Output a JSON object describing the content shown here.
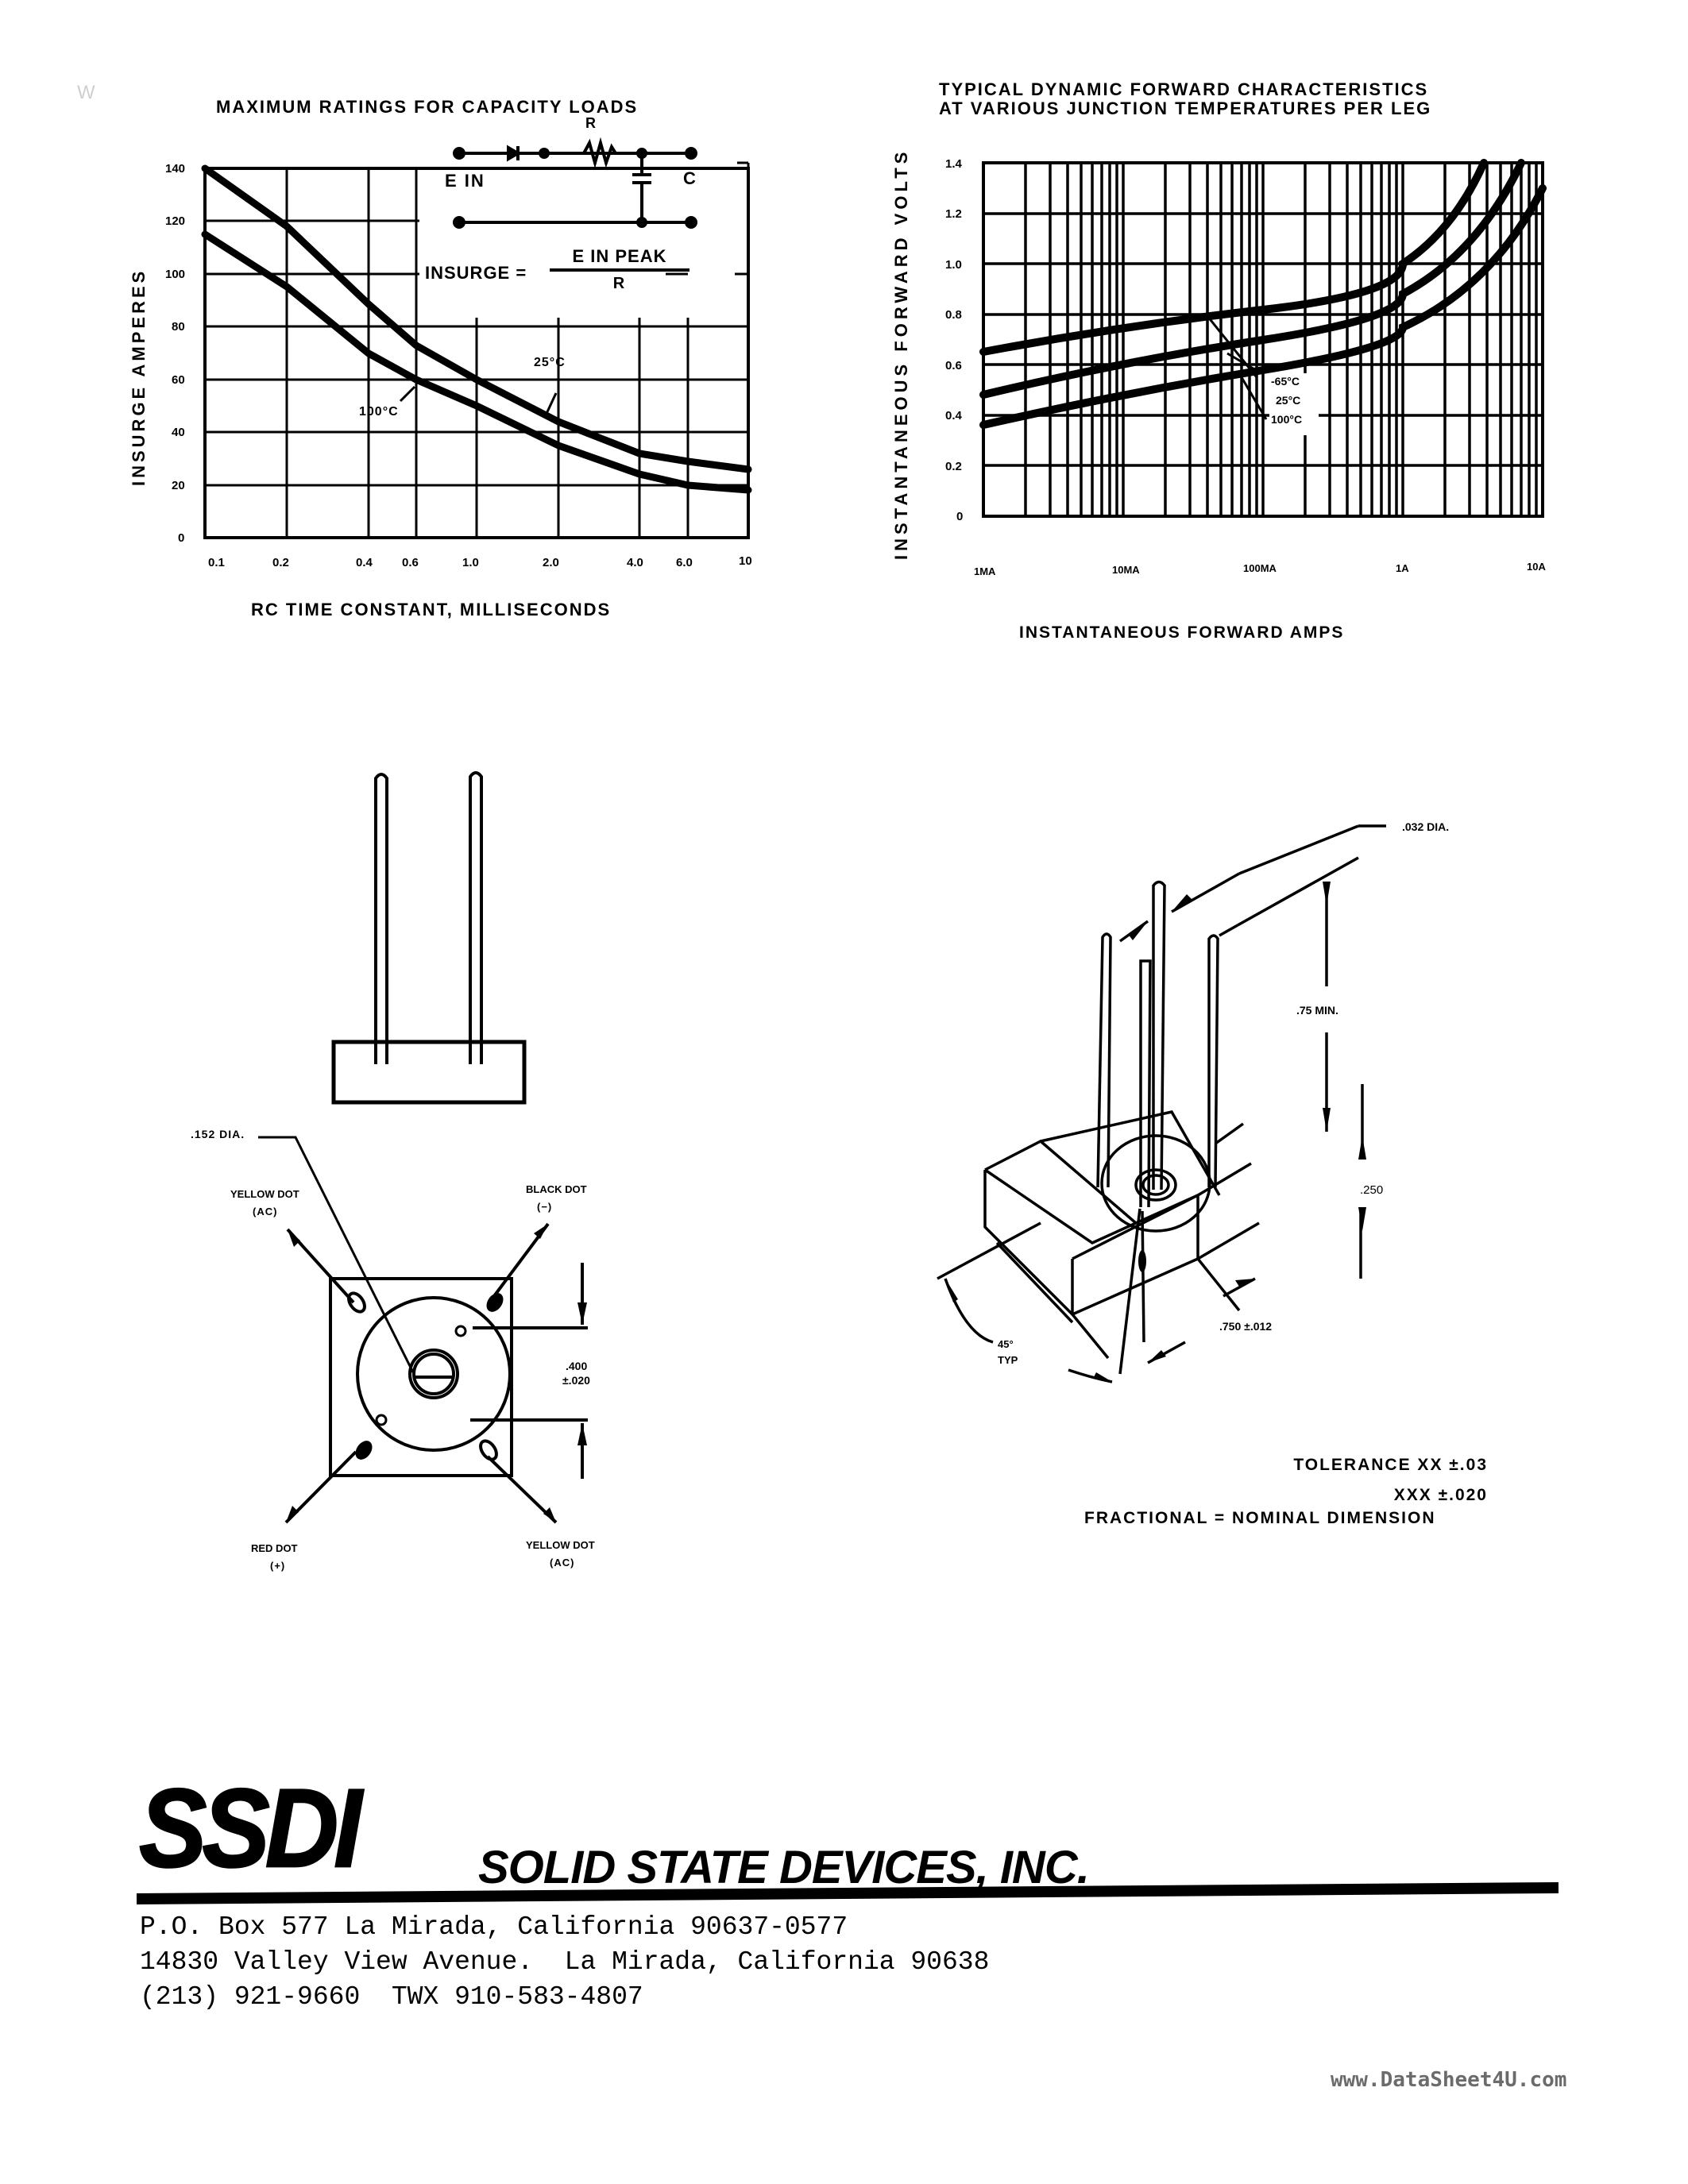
{
  "corner_mark": "W",
  "chart_data": [
    {
      "type": "line",
      "title": "MAXIMUM RATINGS FOR CAPACITY LOADS",
      "xlabel": "RC TIME CONSTANT, MILLISECONDS",
      "ylabel": "INSURGE AMPERES",
      "x_scale": "log",
      "x": [
        0.1,
        0.2,
        0.4,
        0.6,
        1.0,
        2.0,
        4.0,
        6.0,
        10
      ],
      "xticks": [
        "0.1",
        "0.2",
        "0.4",
        "0.6",
        "1.0",
        "2.0",
        "4.0",
        "6.0",
        "10"
      ],
      "yticks": [
        "0",
        "20",
        "40",
        "60",
        "80",
        "100",
        "120",
        "140"
      ],
      "ylim": [
        0,
        140
      ],
      "xlim": [
        0.1,
        10
      ],
      "grid": true,
      "series": [
        {
          "name": "25°C",
          "values": [
            140,
            118,
            88,
            73,
            60,
            44,
            32,
            29,
            26
          ]
        },
        {
          "name": "100°C",
          "values": [
            115,
            95,
            70,
            60,
            50,
            35,
            24,
            20,
            18
          ]
        }
      ],
      "annotations": [
        "25°C",
        "100°C"
      ],
      "inset": {
        "circuit_labels": [
          "R",
          "E IN",
          "C"
        ],
        "formula_lhs": "INSURGE =",
        "formula_numerator": "E IN PEAK",
        "formula_denominator": "R"
      }
    },
    {
      "type": "line",
      "title": "TYPICAL DYNAMIC FORWARD CHARACTERISTICS AT VARIOUS JUNCTION TEMPERATURES PER LEG",
      "xlabel": "INSTANTANEOUS FORWARD AMPS",
      "ylabel": "INSTANTANEOUS FORWARD VOLTS",
      "x_scale": "log",
      "x": [
        0.001,
        0.01,
        0.1,
        1,
        3,
        5,
        10
      ],
      "xticks": [
        "1MA",
        "10MA",
        "100MA",
        "1A",
        "10A"
      ],
      "yticks": [
        "0",
        "0.2",
        "0.4",
        "0.6",
        "0.8",
        "1.0",
        "1.2",
        "1.4"
      ],
      "ylim": [
        0,
        1.4
      ],
      "xlim": [
        0.001,
        10
      ],
      "grid": true,
      "series": [
        {
          "name": "-65°C",
          "values": [
            0.65,
            0.72,
            0.82,
            1.0,
            1.2,
            1.4,
            null
          ]
        },
        {
          "name": "25°C",
          "values": [
            0.48,
            0.57,
            0.7,
            0.88,
            1.05,
            1.18,
            1.4
          ]
        },
        {
          "name": "100°C",
          "values": [
            0.36,
            0.46,
            0.58,
            0.75,
            0.9,
            1.0,
            1.3
          ]
        }
      ],
      "legend": [
        "-65°C",
        "25°C",
        "100°C"
      ]
    }
  ],
  "chart1": {
    "title": "MAXIMUM RATINGS FOR CAPACITY LOADS",
    "ylabel": "INSURGE AMPERES",
    "xlabel": "RC TIME CONSTANT, MILLISECONDS",
    "yticks": [
      "140",
      "120",
      "100",
      "80",
      "60",
      "40",
      "20",
      "0"
    ],
    "xticks": [
      "0.1",
      "0.2",
      "0.4",
      "0.6",
      "1.0",
      "2.0",
      "4.0",
      "6.0",
      "10"
    ],
    "label_25": "25°C",
    "label_100": "100°C",
    "circuit_r": "R",
    "circuit_ein": "E IN",
    "circuit_c": "C",
    "formula_lhs": "INSURGE =",
    "formula_num": "E IN PEAK",
    "formula_den": "R"
  },
  "chart2": {
    "title_line1": "TYPICAL DYNAMIC FORWARD CHARACTERISTICS",
    "title_line2": "AT VARIOUS JUNCTION TEMPERATURES PER LEG",
    "ylabel": "INSTANTANEOUS FORWARD VOLTS",
    "xlabel": "INSTANTANEOUS FORWARD AMPS",
    "yticks": [
      "1.4",
      "1.2",
      "1.0",
      "0.8",
      "0.6",
      "0.4",
      "0.2",
      "0"
    ],
    "xticks": [
      "1MA",
      "10MA",
      "100MA",
      "1A",
      "10A"
    ],
    "legend": [
      "-65°C",
      "25°C",
      "100°C"
    ]
  },
  "bottom_view": {
    "dia_label": ".152 DIA.",
    "yellow_dot_tl": "YELLOW DOT",
    "yellow_dot_tl_sub": "(AC)",
    "black_dot": "BLACK DOT",
    "black_dot_sub": "(−)",
    "red_dot": "RED DOT",
    "red_dot_sub": "(+)",
    "yellow_dot_br": "YELLOW DOT",
    "yellow_dot_br_sub": "(AC)",
    "spacing": ".400",
    "spacing_tol": "±.020"
  },
  "iso_view": {
    "lead_dia": ".032 DIA.",
    "lead_len": ".75 MIN.",
    "height": ".250",
    "width": ".750 ±.012",
    "angle": "45°",
    "angle_sub": "TYP"
  },
  "tolerance": {
    "line1": "TOLERANCE XX ±.03",
    "line2": "XXX ±.020",
    "line3": "FRACTIONAL = NOMINAL DIMENSION"
  },
  "company": {
    "logo": "SSDI",
    "name": "SOLID STATE DEVICES, INC.",
    "address1": "P.O. Box 577 La Mirada, California 90637-0577",
    "address2": "14830 Valley View Avenue.  La Mirada, California 90638",
    "phone": "(213) 921-9660  TWX 910-583-4807"
  },
  "watermark": "www.DataSheet4U.com"
}
